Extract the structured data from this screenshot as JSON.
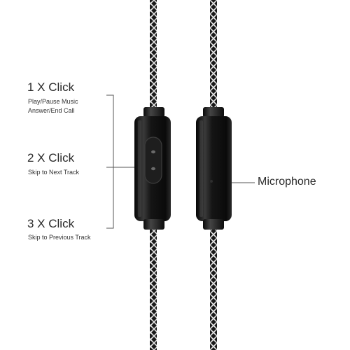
{
  "controls": [
    {
      "title": "1 X Click",
      "lines": [
        "Play/Pause Music",
        "Answer/End Call"
      ]
    },
    {
      "title": "2 X Click",
      "lines": [
        "Skip to Next Track"
      ]
    },
    {
      "title": "3 X Click",
      "lines": [
        "Skip to Previous Track"
      ]
    }
  ],
  "microphone": {
    "label": "Microphone"
  },
  "colors": {
    "cable_dark": "#1a1a1a",
    "cable_light": "#e6e6e6",
    "housing": "#151515",
    "housing_shine": "#5a5a5a",
    "leader_line": "#555555"
  }
}
